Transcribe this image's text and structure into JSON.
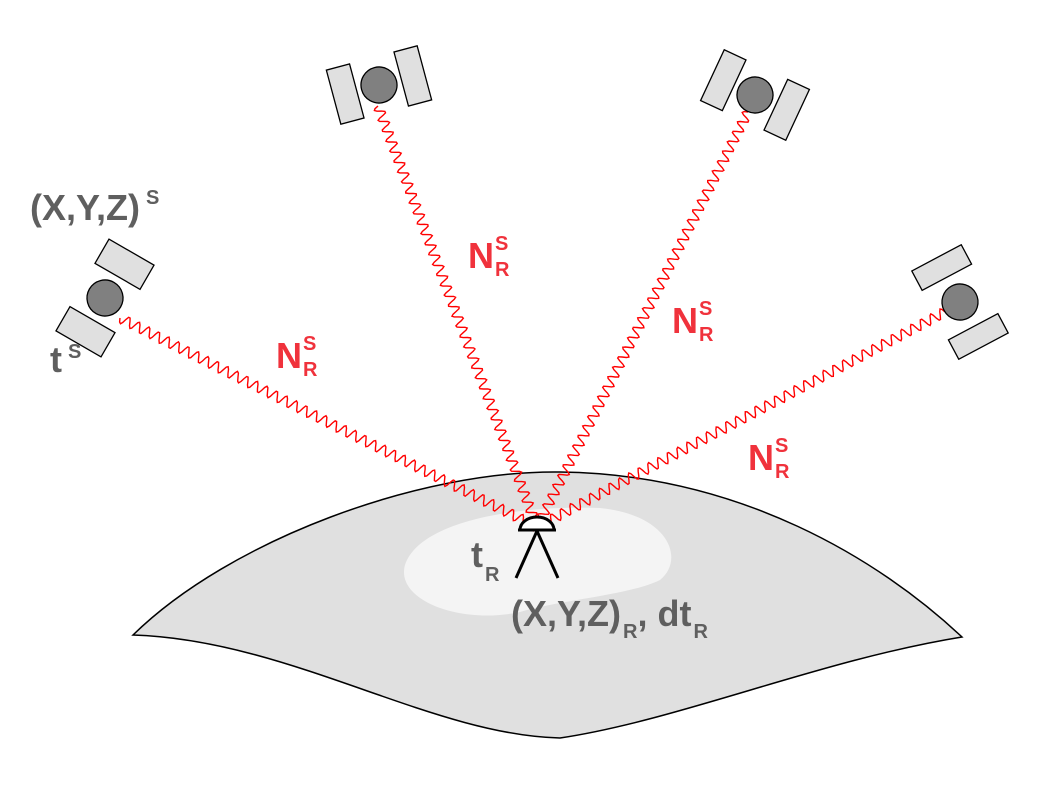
{
  "colors": {
    "signal": "#ff0000",
    "label_red": "#f0323c",
    "label_gray": "#5f5f5f",
    "satellite_body": "#808080",
    "satellite_panel": "#e0e0e0",
    "earth_fill": "#e0e0e0",
    "earth_highlight": "#f4f4f4"
  },
  "satellite_label": {
    "coords": "(X,Y,Z)",
    "coords_sup": "S",
    "time": "t",
    "time_sup": "S"
  },
  "receiver_label": {
    "time": "t",
    "time_sub": "R",
    "coords": "(X,Y,Z)",
    "coords_sub": "R",
    "sep": ", dt",
    "clock_sub": "R"
  },
  "signal_labels": [
    {
      "main": "N",
      "sup": "S",
      "sub": "R"
    },
    {
      "main": "N",
      "sup": "S",
      "sub": "R"
    },
    {
      "main": "N",
      "sup": "S",
      "sub": "R"
    },
    {
      "main": "N",
      "sup": "S",
      "sub": "R"
    }
  ],
  "icons": {
    "satellites": [
      "satellite-icon",
      "satellite-icon",
      "satellite-icon",
      "satellite-icon"
    ],
    "receiver": "antenna-receiver-icon",
    "earth": "earth-surface"
  }
}
